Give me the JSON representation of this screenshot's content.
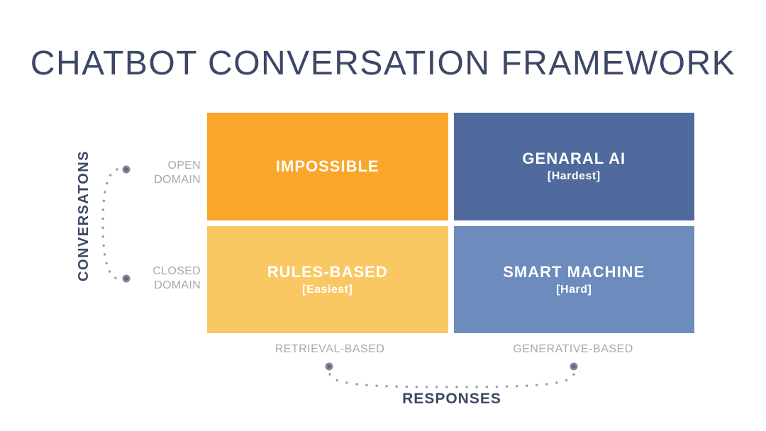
{
  "title": "CHATBOT CONVERSATION FRAMEWORK",
  "colors": {
    "navy_text": "#3D4766",
    "gray_text": "#A5A9B2",
    "dot_fill": "#81869A",
    "dot_core": "#5E6478",
    "dot_trail": "#9A9EAC"
  },
  "y_axis": {
    "label": "CONVERSATONS",
    "top_tick": "OPEN\nDOMAIN",
    "bottom_tick": "CLOSED\nDOMAIN"
  },
  "x_axis": {
    "label": "RESPONSES",
    "left_tick": "RETRIEVAL-BASED",
    "right_tick": "GENERATIVE-BASED"
  },
  "quadrants": [
    {
      "label": "IMPOSSIBLE",
      "sublabel": "",
      "color": "#F9A62B"
    },
    {
      "label": "GENARAL AI",
      "sublabel": "[Hardest]",
      "color": "#506A9D"
    },
    {
      "label": "RULES-BASED",
      "sublabel": "[Easiest]",
      "color": "#FAC863"
    },
    {
      "label": "SMART MACHINE",
      "sublabel": "[Hard]",
      "color": "#6D8BBD"
    }
  ]
}
